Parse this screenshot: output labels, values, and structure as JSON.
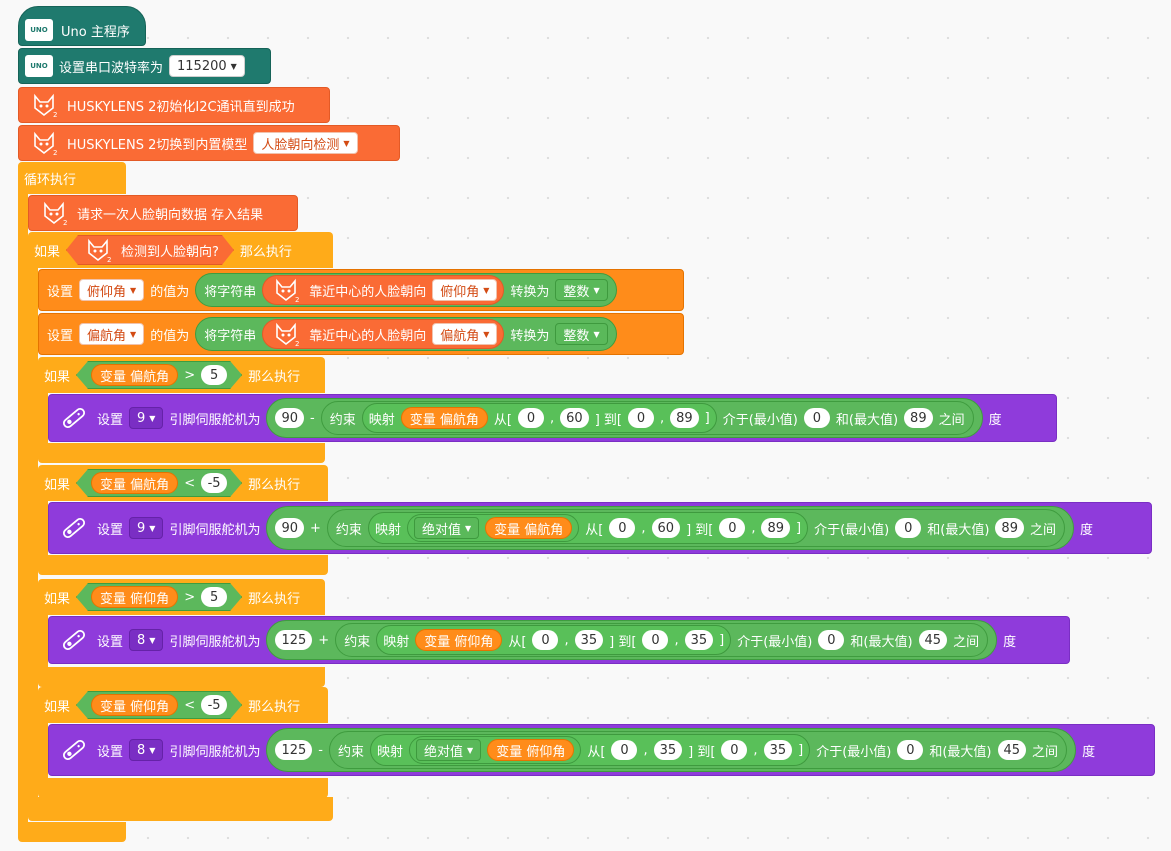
{
  "program": {
    "hat_label": "Uno 主程序",
    "hat_icon": "uno-board-icon",
    "uno_text": "UNO",
    "serial_label": "设置串口波特率为",
    "serial_value": "115200",
    "husky_init_label": "HUSKYLENS 2初始化I2C通讯直到成功",
    "husky_switch_label": "HUSKYLENS 2切换到内置模型",
    "husky_switch_model": "人脸朝向检测",
    "loop_label": "循环执行",
    "husky_icon": "huskylens-fox-icon",
    "icon_subscript": "2"
  },
  "loop": {
    "request_label": "请求一次人脸朝向数据 存入结果",
    "if_label": "如果",
    "then_label": "那么执行",
    "detect_label": "检测到人脸朝向?",
    "set_label": "设置",
    "value_of_label": "的值为",
    "str_to_label": "将字符串",
    "near_center_label": "靠近中心的人脸朝向",
    "convert_label": "转换为",
    "int_label": "整数",
    "var_pitch": "俯仰角",
    "var_yaw": "偏航角",
    "var_prefix": "变量",
    "gt": ">",
    "lt": "<",
    "five": "5",
    "neg_five": "-5"
  },
  "servo": {
    "icon": "servo-motor-icon",
    "set_label": "设置",
    "pin_label": "引脚伺服舵机为",
    "minus": "-",
    "plus": "+",
    "constrain_label": "约束",
    "map_label": "映射",
    "from_label": "从[",
    "to_label": "] 到[",
    "comma": ",",
    "close_bracket": "]",
    "between_min_label": "介于(最小值)",
    "and_max_label": "和(最大值)",
    "between_label": "之间",
    "degree_label": "度",
    "abs_label": "绝对值",
    "rows": [
      {
        "pin": "9",
        "base": "90",
        "op": "-",
        "var": "偏航角",
        "from_lo": "0",
        "from_hi": "60",
        "to_lo": "0",
        "to_hi": "89",
        "min": "0",
        "max": "89"
      },
      {
        "pin": "9",
        "base": "90",
        "op": "+",
        "var": "偏航角",
        "from_lo": "0",
        "from_hi": "60",
        "to_lo": "0",
        "to_hi": "89",
        "min": "0",
        "max": "89"
      },
      {
        "pin": "8",
        "base": "125",
        "op": "+",
        "var": "俯仰角",
        "from_lo": "0",
        "from_hi": "35",
        "to_lo": "0",
        "to_hi": "35",
        "min": "0",
        "max": "45"
      },
      {
        "pin": "8",
        "base": "125",
        "op": "-",
        "var": "俯仰角",
        "from_lo": "0",
        "from_hi": "35",
        "to_lo": "0",
        "to_hi": "35",
        "min": "0",
        "max": "45"
      }
    ]
  },
  "colors": {
    "teal": "#1f7a6e",
    "orange": "#fa6b35",
    "yellow": "#ffab19",
    "purple": "#8f3bdb",
    "green": "#5cb85c",
    "variable": "#ff8c1a"
  }
}
